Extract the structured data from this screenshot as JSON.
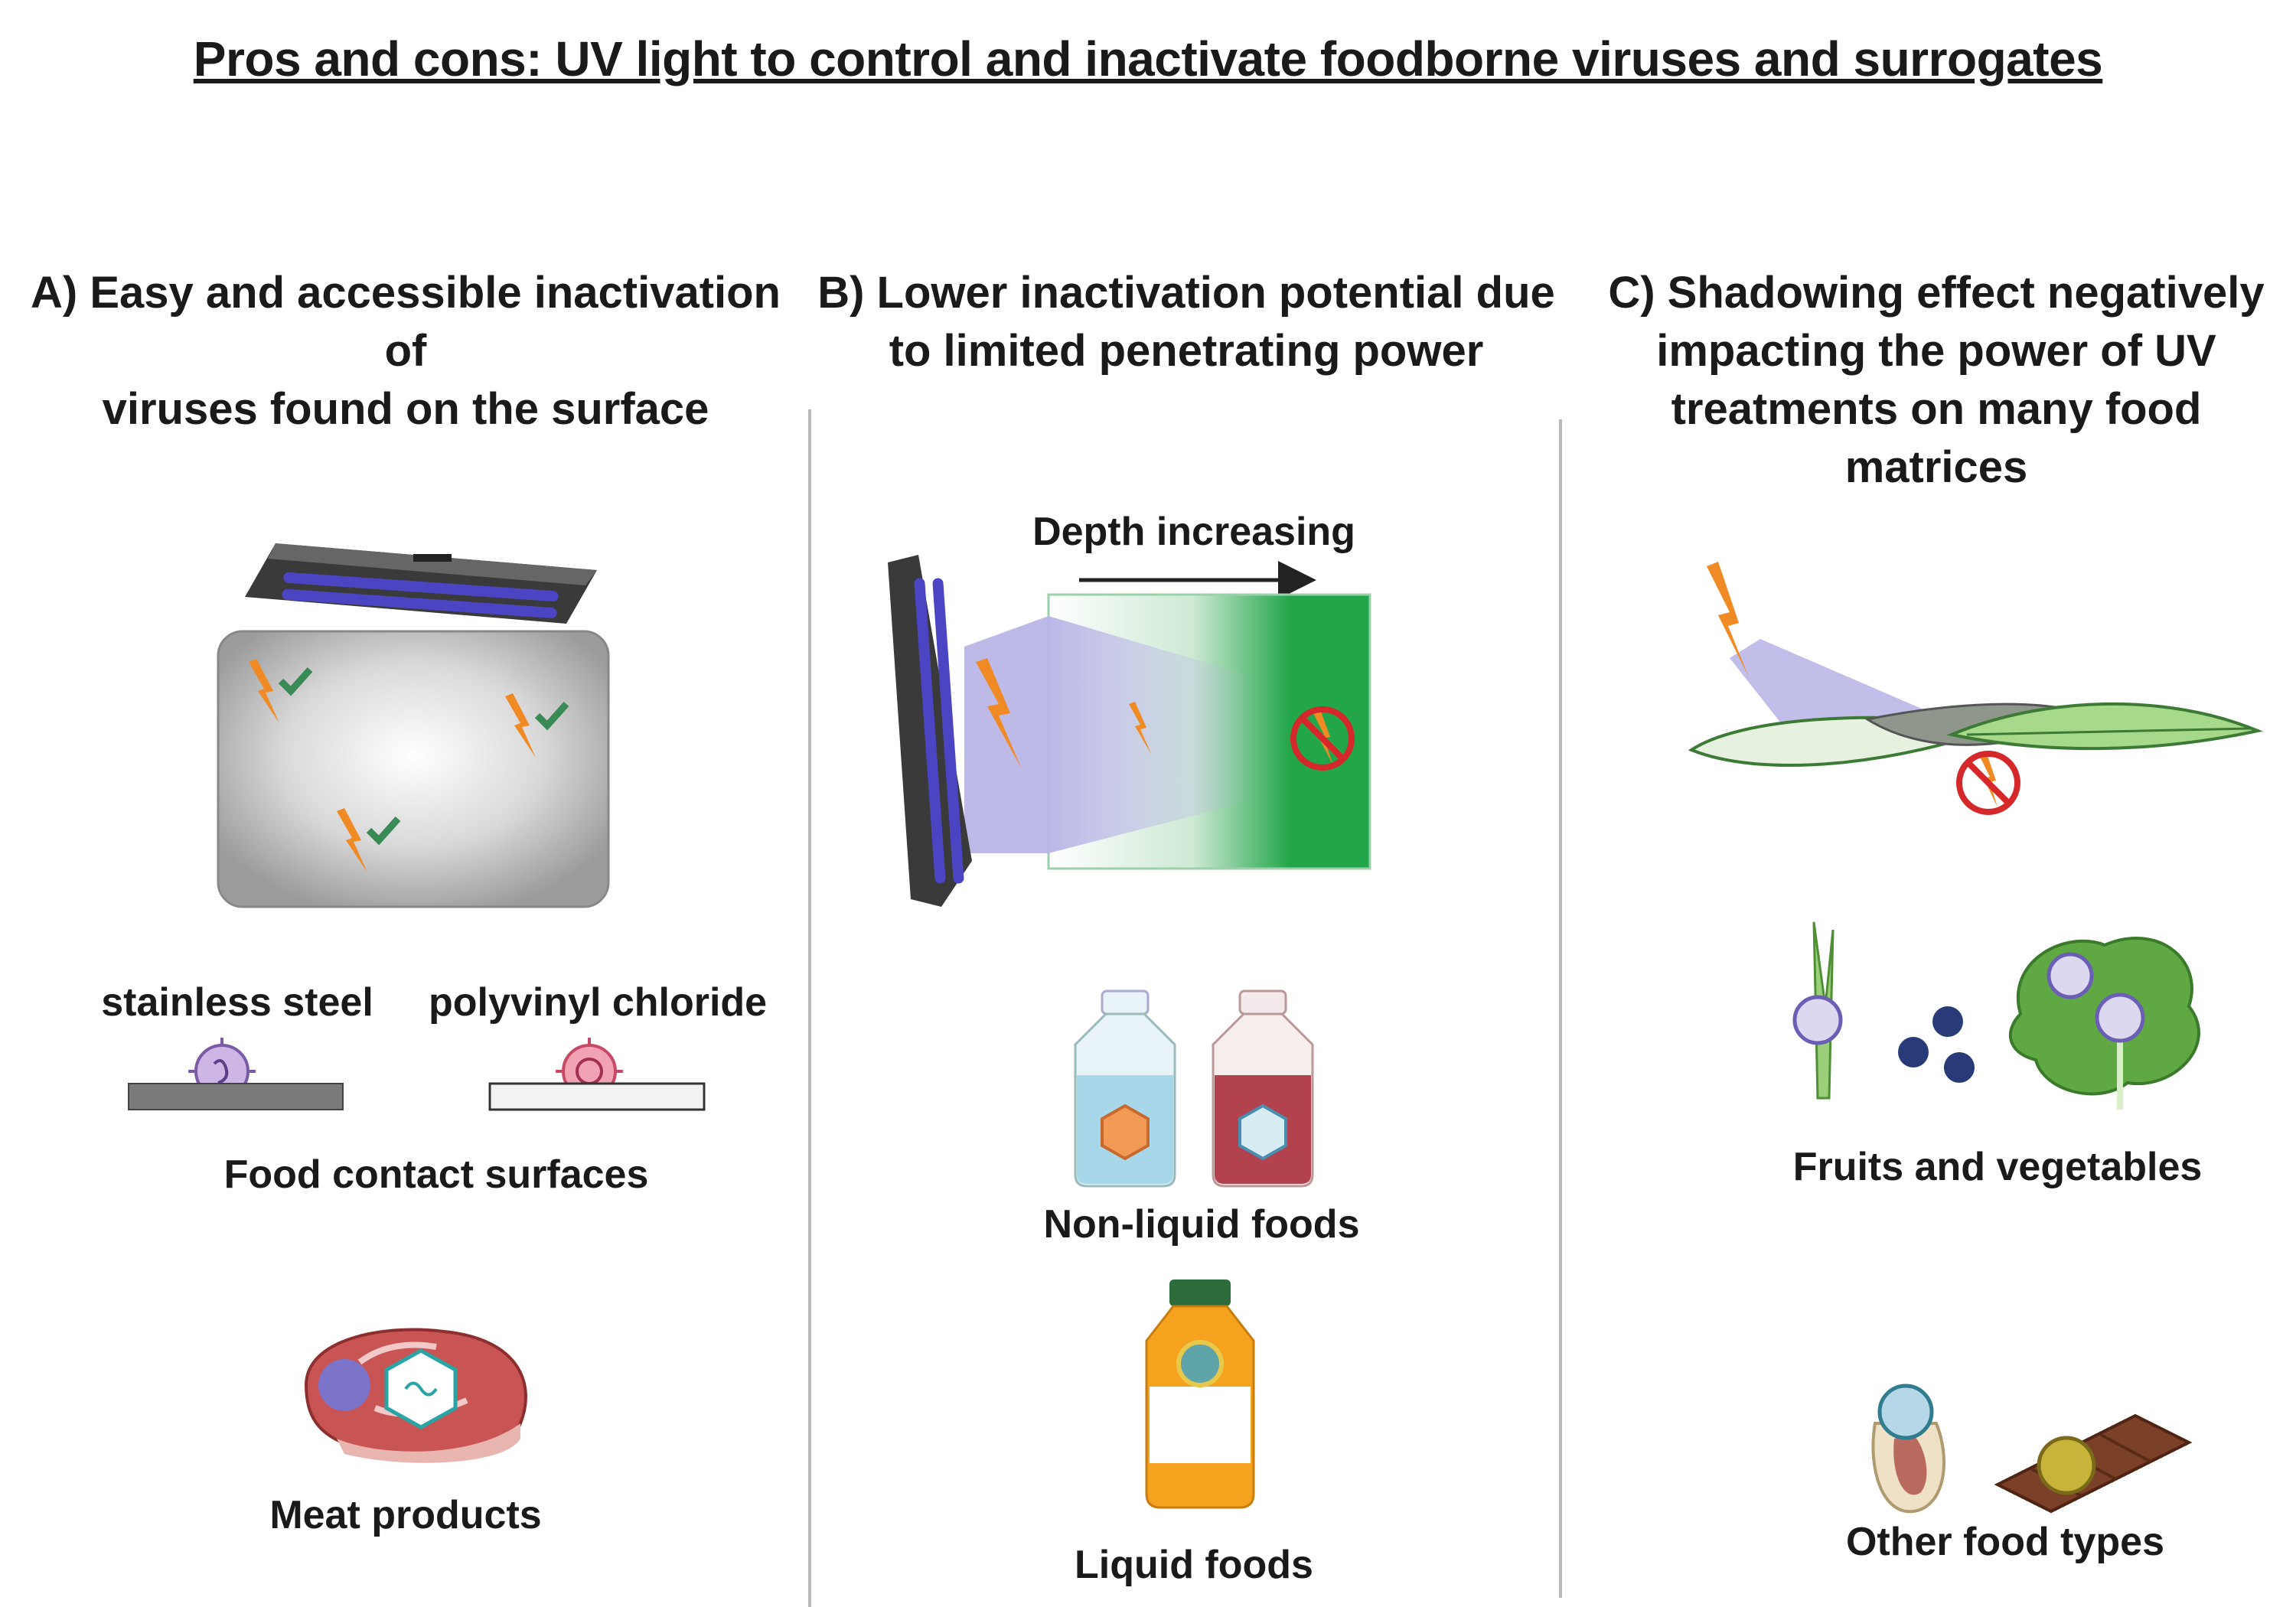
{
  "title": "Pros and cons: UV light to control and inactivate foodborne viruses and surrogates",
  "panels": {
    "a": {
      "heading_line1": "A) Easy and accessible inactivation of",
      "heading_line2": "viruses found on the surface",
      "stainless_label": "stainless steel",
      "pvc_label": "polyvinyl chloride",
      "surfaces_label": "Food contact surfaces",
      "meat_label": "Meat products"
    },
    "b": {
      "heading_line1": "B) Lower inactivation potential due",
      "heading_line2": "to limited penetrating power",
      "depth_label": "Depth increasing",
      "nonliquid_label": "Non-liquid foods",
      "liquid_label": "Liquid foods"
    },
    "c": {
      "heading_line1": "C) Shadowing effect negatively",
      "heading_line2": "impacting the power of UV",
      "heading_line3": "treatments on many food",
      "heading_line4": "matrices",
      "fruits_label": "Fruits and vegetables",
      "other_label": "Other food types"
    }
  },
  "colors": {
    "uv_bolt": "#f08a24",
    "check": "#3a8a55",
    "no_sign": "#d4282a",
    "uv_beam": "#b7b3e6",
    "green_matrix": "#23a64a",
    "lamp_tube": "#4b45c4"
  }
}
